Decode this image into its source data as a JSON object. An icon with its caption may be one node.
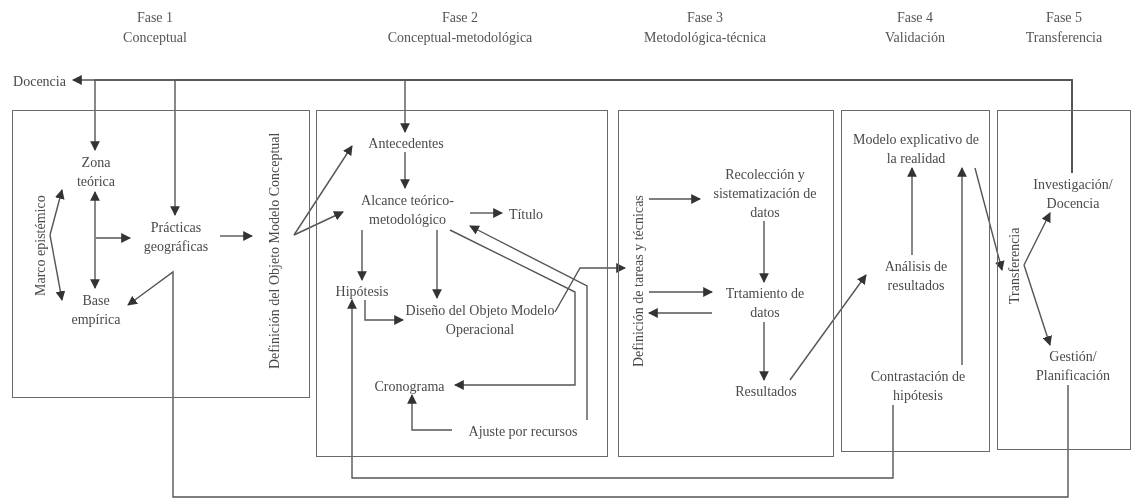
{
  "diagram": {
    "nodes": [
      {
        "text": [],
        "shape": "box"
      },
      {
        "text": [],
        "shape": "box"
      },
      {
        "text": [],
        "shape": "box"
      },
      {
        "text": [],
        "shape": "box"
      },
      {
        "text": [],
        "shape": "box"
      },
      {
        "text": [
          "Marco epistémico"
        ],
        "in": 0
      },
      {
        "text": [
          "Zona teórica"
        ],
        "in": 0
      },
      {
        "text": [
          "Prácticas geográficas"
        ],
        "in": 0
      },
      {
        "text": [
          "Base empírica"
        ],
        "in": 0
      },
      {
        "text": [
          "Definición del Objeto Modelo Conceptual"
        ],
        "in": 0
      },
      {
        "text": [
          "Docencia"
        ]
      },
      {
        "text": [
          "Antecedentes"
        ],
        "in": 1
      },
      {
        "text": [
          "Alcance teórico-metodológico"
        ],
        "in": 1
      },
      {
        "text": [
          "Título"
        ],
        "in": 1
      },
      {
        "text": [
          "Hipótesis"
        ],
        "in": 1
      },
      {
        "text": [
          "Diseño del Objeto Modelo Operacional"
        ],
        "in": 1
      },
      {
        "text": [
          "Cronograma"
        ],
        "in": 1
      },
      {
        "text": [
          "Ajuste por recursos"
        ],
        "in": 1
      },
      {
        "text": [
          "Definición de tareas y técnicas"
        ],
        "in": 2
      },
      {
        "text": [
          "Recolección y sistematización de datos"
        ],
        "in": 2
      },
      {
        "text": [
          "Trtamiento de datos"
        ],
        "in": 2
      },
      {
        "text": [
          "Resultados"
        ],
        "in": 2
      },
      {
        "text": [
          "Modelo explicativo de la realidad"
        ],
        "in": 3
      },
      {
        "text": [
          "Análisis de resultados"
        ],
        "in": 3
      },
      {
        "text": [
          "Contrastación de hipótesis"
        ],
        "in": 3
      },
      {
        "text": [
          "Transferencia"
        ],
        "in": 4
      },
      {
        "text": [
          "Investigación/ Docencia"
        ],
        "in": 4
      },
      {
        "text": [
          "Gestión/ Planificación"
        ],
        "in": 4
      }
    ],
    "edges": [
      {
        "from": 26,
        "to": 10,
        "arrow": "to"
      },
      {
        "from": 26,
        "to": 6,
        "arrow": "to"
      },
      {
        "from": 26,
        "to": 7,
        "arrow": "to"
      },
      {
        "from": 26,
        "to": 11,
        "arrow": "to"
      },
      {
        "from": 5,
        "to": 6,
        "arrow": "to"
      },
      {
        "from": 5,
        "to": 8,
        "arrow": "to"
      },
      {
        "from": 6,
        "to": 8,
        "arrow": "both"
      },
      {
        "from": null,
        "to": 7,
        "arrow": "to"
      },
      {
        "from": 7,
        "to": 9,
        "arrow": "to"
      },
      {
        "from": 9,
        "to": 11,
        "arrow": "to"
      },
      {
        "from": 9,
        "to": 12,
        "arrow": "to"
      },
      {
        "from": 11,
        "to": 12,
        "arrow": "to"
      },
      {
        "from": 12,
        "to": 13,
        "arrow": "to"
      },
      {
        "from": 12,
        "to": 14,
        "arrow": "to"
      },
      {
        "from": 12,
        "to": 15,
        "arrow": "to"
      },
      {
        "from": 14,
        "to": 15,
        "arrow": "to"
      },
      {
        "from": 15,
        "to": 18,
        "arrow": "to"
      },
      {
        "from": 12,
        "to": 16,
        "arrow": "to"
      },
      {
        "from": 17,
        "to": 12,
        "arrow": "to"
      },
      {
        "from": 17,
        "to": 16,
        "arrow": "to"
      },
      {
        "from": 18,
        "to": 19,
        "arrow": "to"
      },
      {
        "from": 18,
        "to": 20,
        "arrow": "to"
      },
      {
        "from": 20,
        "to": 18,
        "arrow": "to"
      },
      {
        "from": 19,
        "to": 20,
        "arrow": "to"
      },
      {
        "from": 20,
        "to": 21,
        "arrow": "to"
      },
      {
        "from": 21,
        "to": 23,
        "arrow": "to"
      },
      {
        "from": 23,
        "to": 22,
        "arrow": "to"
      },
      {
        "from": 24,
        "to": 22,
        "arrow": "to"
      },
      {
        "from": 22,
        "to": 25,
        "arrow": "to"
      },
      {
        "from": 25,
        "to": 26,
        "arrow": "to"
      },
      {
        "from": 25,
        "to": 27,
        "arrow": "to"
      },
      {
        "from": 24,
        "to": 14,
        "arrow": "to"
      },
      {
        "from": 27,
        "to": 8,
        "arrow": "to"
      }
    ],
    "labels": [
      "Fase 1 Conceptual",
      "Fase 2 Conceptual-metodológica",
      "Fase 3 Metodológica-técnica",
      "Fase 4 Validación",
      "Fase 5 Transferencia"
    ]
  }
}
